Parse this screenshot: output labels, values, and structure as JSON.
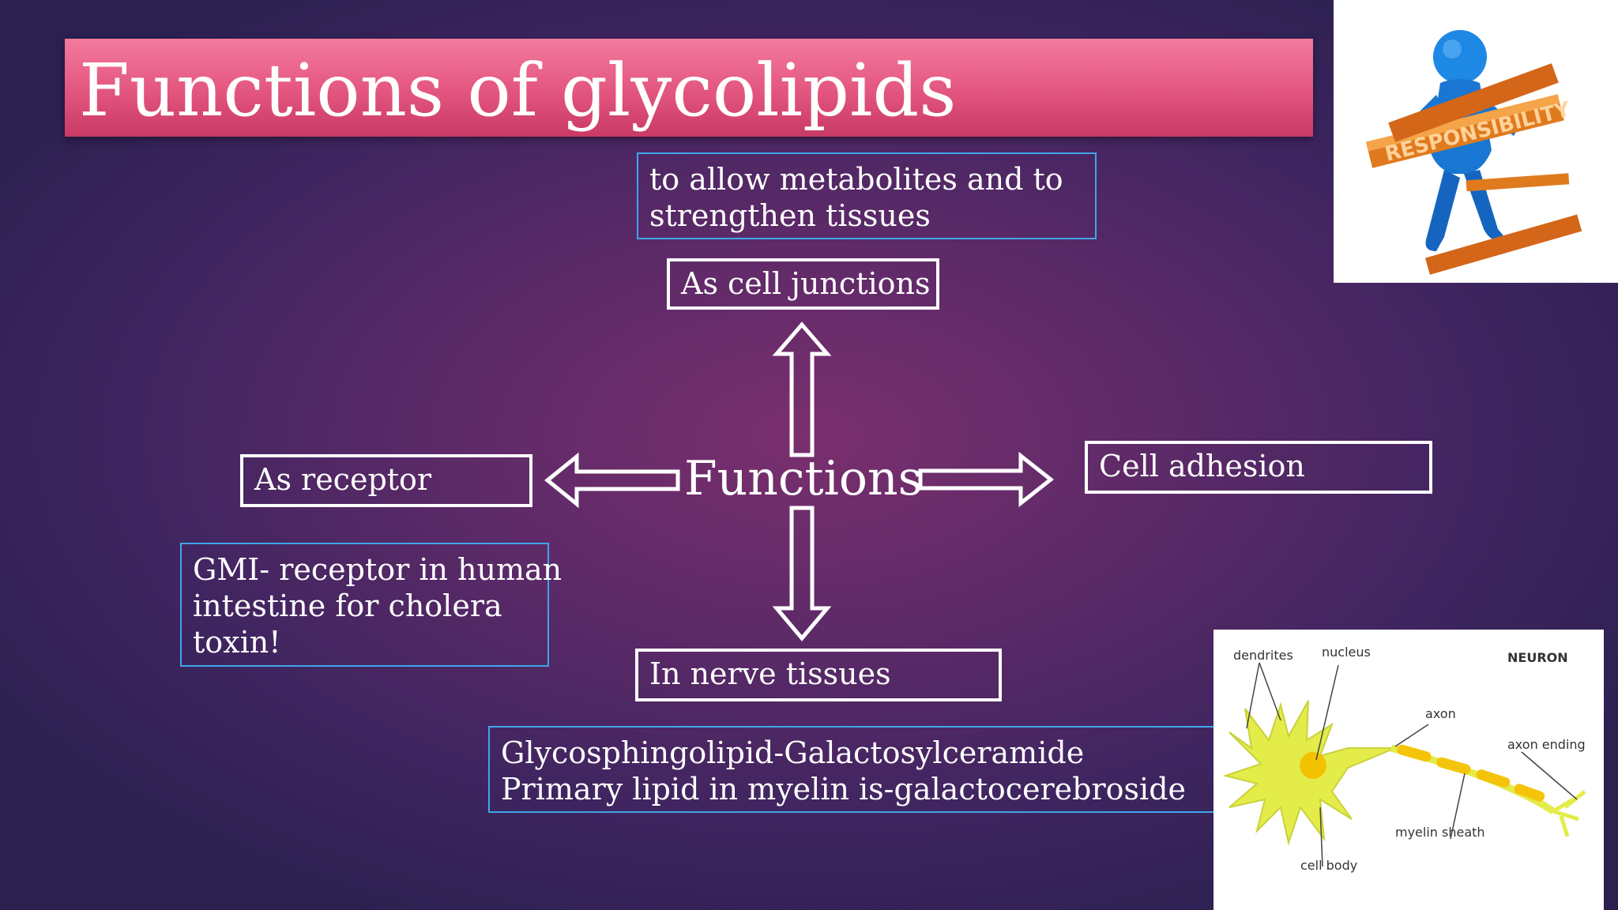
{
  "title": "Functions of glycolipids",
  "center": "Functions",
  "top_note": {
    "lines": [
      "to allow metabolites and to",
      "strengthen tissues"
    ]
  },
  "boxes": {
    "top": "As cell junctions",
    "left": "As receptor",
    "right": "Cell adhesion",
    "bottom": "In nerve tissues"
  },
  "left_note": {
    "lines": [
      "GMI- receptor in human",
      "intestine for cholera",
      "toxin!"
    ]
  },
  "bottom_note": {
    "lines": [
      "Glycosphingolipid-Galactosylceramide",
      "Primary lipid in myelin is-galactocerebroside"
    ]
  },
  "neuron_labels": {
    "dendrites": "dendrites",
    "nucleus": "nucleus",
    "title": "NEURON",
    "axon": "axon",
    "axon_ending": "axon ending",
    "myelin_sheath": "myelin sheath",
    "cell_body": "cell body"
  },
  "responsibility_text": "RESPONSIBILITY",
  "colors": {
    "title_bar": "#e2557f",
    "note_border": "#3fa6ea",
    "box_border": "#ffffff"
  }
}
